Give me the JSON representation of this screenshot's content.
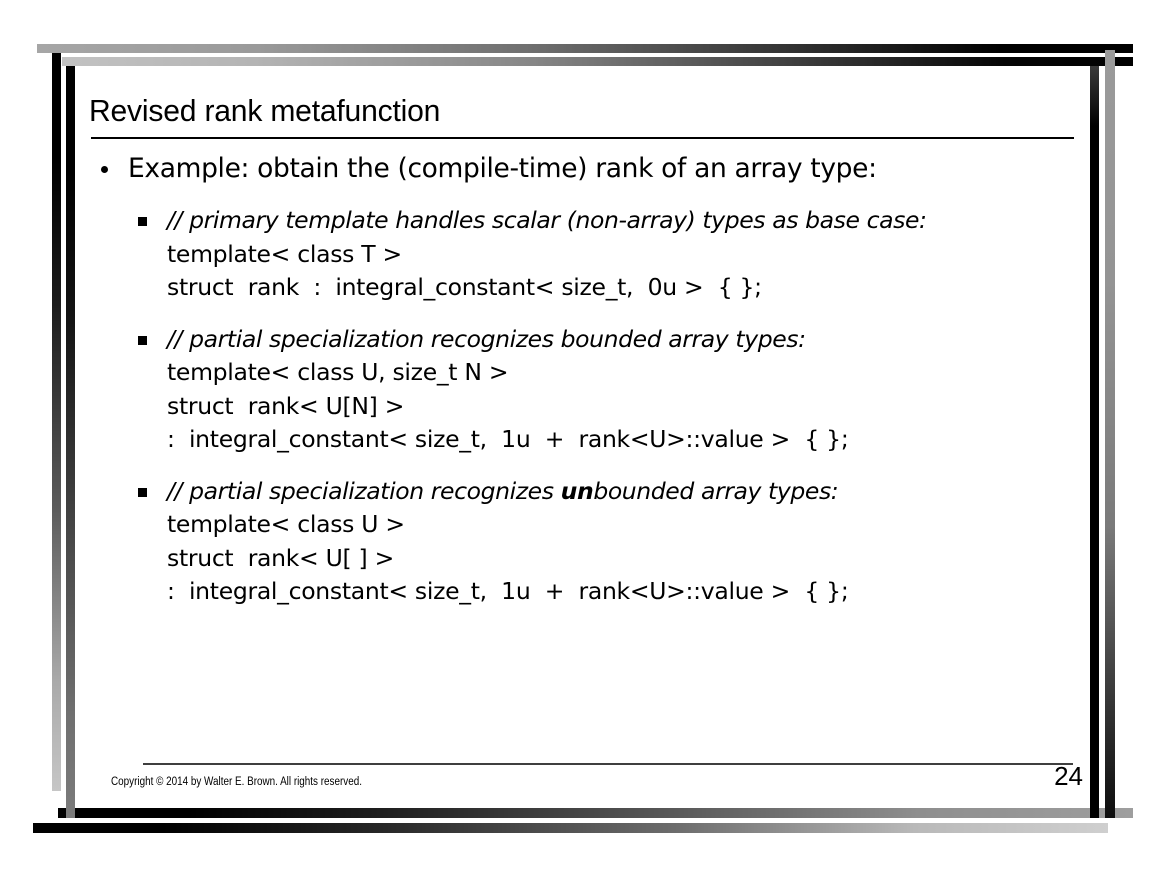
{
  "slide": {
    "title": "Revised rank metafunction",
    "page_number": "24",
    "copyright": "Copyright © 2014 by Walter E. Brown.  All rights reserved.",
    "bullets": [
      {
        "level": 1,
        "marker": "round-bullet",
        "text": "Example:  obtain the (compile-time) rank of an array type:"
      }
    ],
    "code_blocks": [
      {
        "marker": "square-bullet",
        "comment_prefix": "// primary template handles scalar (non-array) types as base case:",
        "comment_bold": "",
        "comment_suffix": "",
        "lines": [
          "template< class T >",
          "struct  rank  :  integral_constant< size_t,  0u >  { };"
        ]
      },
      {
        "marker": "square-bullet",
        "comment_prefix": "// partial specialization recognizes bounded array types:",
        "comment_bold": "",
        "comment_suffix": "",
        "lines": [
          "template< class U, size_t N >",
          "struct  rank< U[N] >",
          ":  integral_constant< size_t,  1u  +  rank<U>::value >  { };"
        ]
      },
      {
        "marker": "square-bullet",
        "comment_prefix": "// partial specialization recognizes ",
        "comment_bold": "un",
        "comment_suffix": "bounded array types:",
        "lines": [
          "template< class U >",
          "struct  rank< U[ ] >",
          ":  integral_constant< size_t,  1u  +  rank<U>::value >  { };"
        ]
      }
    ],
    "colors": {
      "text": "#000000",
      "background": "#ffffff",
      "frame_dark": "#000000",
      "frame_mid": "#7b7b7b",
      "frame_light": "#c6c6c6",
      "footer_rule": "#3f3f3f"
    }
  }
}
